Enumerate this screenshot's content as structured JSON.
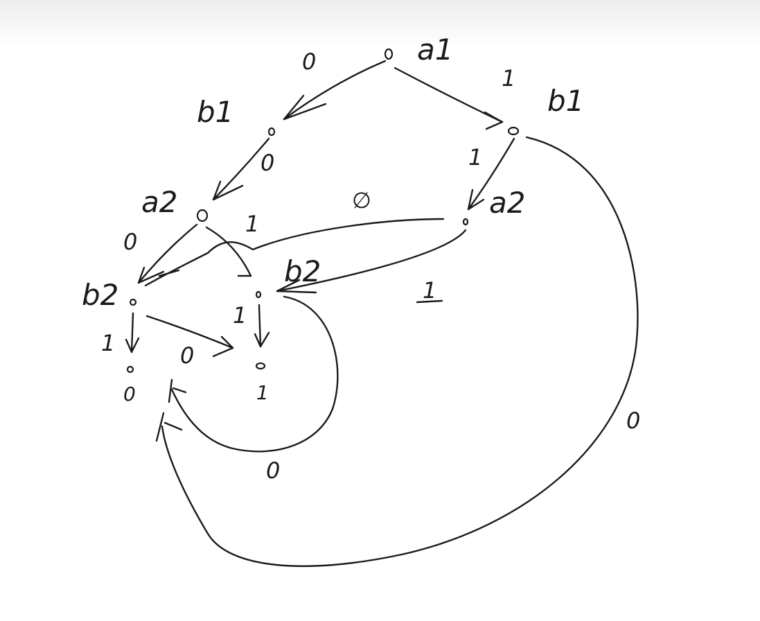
{
  "diagram": {
    "nodes": [
      {
        "id": "a1",
        "label": "a1"
      },
      {
        "id": "b1_left",
        "label": "b1"
      },
      {
        "id": "b1_right",
        "label": "b1"
      },
      {
        "id": "a2_left",
        "label": "a2"
      },
      {
        "id": "a2_right",
        "label": "a2"
      },
      {
        "id": "b2_left",
        "label": "b2"
      },
      {
        "id": "b2_center",
        "label": "b2"
      },
      {
        "id": "leaf0",
        "label": "0"
      },
      {
        "id": "leaf1",
        "label": "1"
      }
    ],
    "edges": [
      {
        "from": "a1",
        "to": "b1_left",
        "label": "0"
      },
      {
        "from": "a1",
        "to": "b1_right",
        "label": "1"
      },
      {
        "from": "b1_left",
        "to": "a2_left",
        "label": "0"
      },
      {
        "from": "b1_right",
        "to": "a2_right",
        "label": "1"
      },
      {
        "from": "b1_right",
        "to": "leaf0",
        "label": "0"
      },
      {
        "from": "a2_left",
        "to": "b2_left",
        "label": "0"
      },
      {
        "from": "a2_left",
        "to": "b2_center",
        "label": "1"
      },
      {
        "from": "a2_right",
        "to": "b2_left",
        "label": "∅"
      },
      {
        "from": "a2_right",
        "to": "b2_center",
        "label": "1"
      },
      {
        "from": "b2_left",
        "to": "leaf0",
        "label": "1"
      },
      {
        "from": "b2_left",
        "to": "leaf1",
        "label": "0"
      },
      {
        "from": "b2_center",
        "to": "leaf1",
        "label": "1"
      },
      {
        "from": "b2_center",
        "to": "leaf0",
        "label": "0"
      }
    ]
  }
}
